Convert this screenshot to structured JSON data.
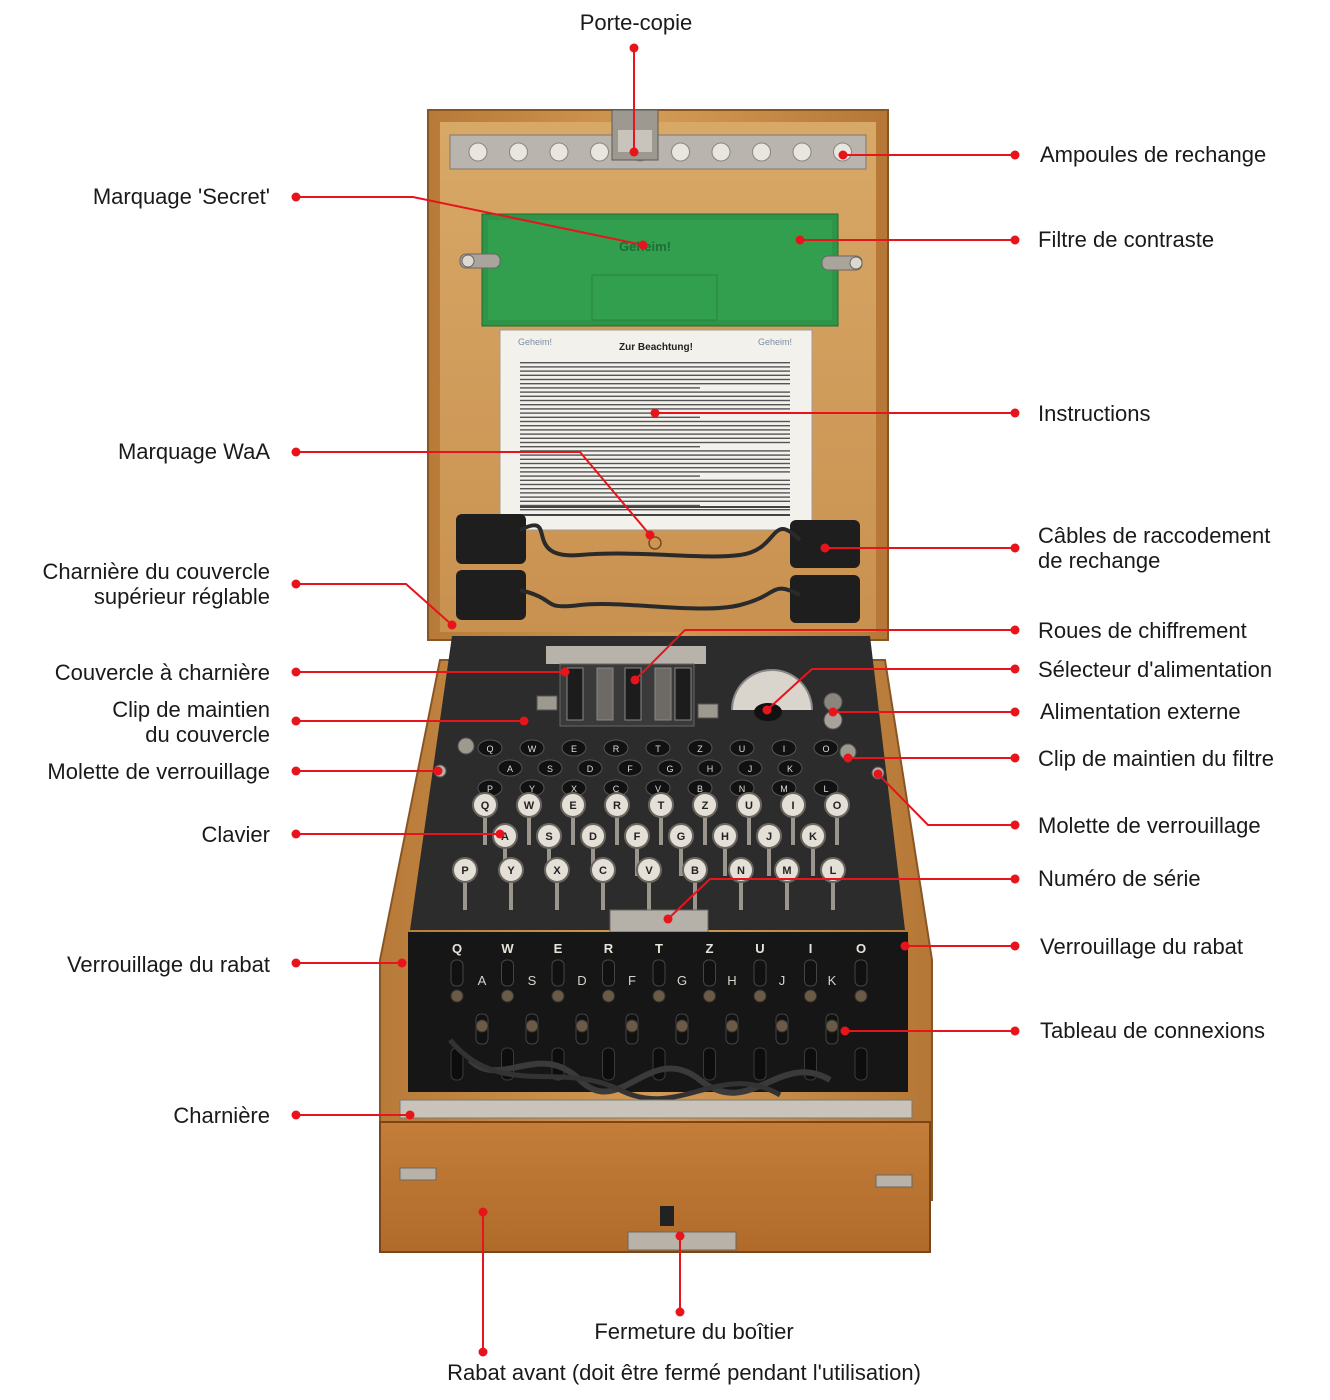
{
  "colors": {
    "leader": "#e8141c",
    "wood": "#c98d48",
    "wood_dark": "#a8692c",
    "machine": "#2b2b2b",
    "green_filter": "#2f9a4a"
  },
  "labels": {
    "porte_copie": "Porte-copie",
    "ampoules": "Ampoules de rechange",
    "marquage_secret": "Marquage 'Secret'",
    "filtre": "Filtre de contraste",
    "instructions": "Instructions",
    "marquage_waa": "Marquage WaA",
    "charniere_couvercle_1": "Charnière du couvercle",
    "charniere_couvercle_2": "supérieur réglable",
    "cables_1": "Câbles de raccodement",
    "cables_2": "de rechange",
    "roues": "Roues de chiffrement",
    "couvercle_charniere": "Couvercle à charnière",
    "selecteur": "Sélecteur d'alimentation",
    "clip_couvercle_1": "Clip de maintien",
    "clip_couvercle_2": "du couvercle",
    "alimentation": "Alimentation externe",
    "molette_left": "Molette de verrouillage",
    "clip_filtre": "Clip de maintien du filtre",
    "clavier": "Clavier",
    "molette_right": "Molette de verrouillage",
    "numero": "Numéro de série",
    "verrou_left": "Verrouillage du rabat",
    "verrou_right": "Verrouillage du rabat",
    "tableau": "Tableau de connexions",
    "charniere": "Charnière",
    "fermeture": "Fermeture du boîtier",
    "rabat": "Rabat avant (doit être fermé pendant l'utilisation)"
  },
  "card": {
    "stamp": "Geheim!",
    "title": "Zur Beachtung!"
  },
  "keyboard_rows": [
    [
      "Q",
      "W",
      "E",
      "R",
      "T",
      "Z",
      "U",
      "I",
      "O"
    ],
    [
      "A",
      "S",
      "D",
      "F",
      "G",
      "H",
      "J",
      "K"
    ],
    [
      "P",
      "Y",
      "X",
      "C",
      "V",
      "B",
      "N",
      "M",
      "L"
    ]
  ],
  "plugboard_row1": [
    "Q",
    "W",
    "E",
    "R",
    "T",
    "Z",
    "U",
    "I",
    "O"
  ],
  "plugboard_row2": [
    "A",
    "S",
    "D",
    "F",
    "G",
    "H",
    "J",
    "K"
  ]
}
